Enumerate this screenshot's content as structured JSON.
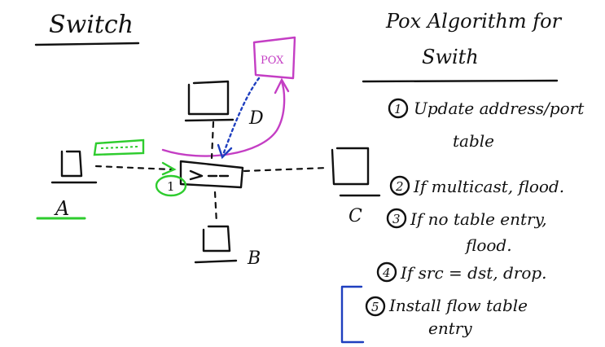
{
  "left": {
    "title": "Switch",
    "nodes": {
      "a": "A",
      "b": "B",
      "c": "C",
      "d": "D"
    },
    "controller_label": "POX",
    "packet_label": "1"
  },
  "right": {
    "title_line1": "Pox Algorithm for",
    "title_line2": "Swith",
    "steps": [
      {
        "num": "1",
        "lines": [
          "Update address/port",
          "table"
        ]
      },
      {
        "num": "2",
        "lines": [
          "If multicast, flood."
        ]
      },
      {
        "num": "3",
        "lines": [
          "If no table entry,",
          "flood."
        ]
      },
      {
        "num": "4",
        "lines": [
          "If src = dst, drop."
        ]
      },
      {
        "num": "5",
        "lines": [
          "Install flow table",
          "entry"
        ]
      }
    ]
  },
  "colors": {
    "ink": "#111111",
    "green": "#2ecc2e",
    "magenta": "#c43ec4",
    "blue": "#1f3fbf"
  }
}
